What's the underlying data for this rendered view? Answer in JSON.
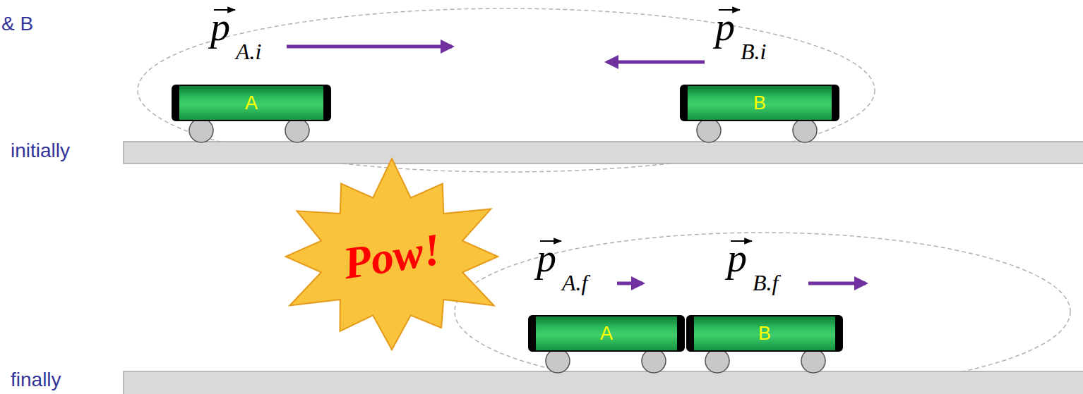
{
  "diagram": {
    "nodes": [
      {
        "text": [
          "A"
        ]
      },
      {
        "text": [
          "B"
        ]
      },
      {
        "text": [
          "Pow!"
        ]
      },
      {
        "text": [
          "A"
        ]
      },
      {
        "text": [
          "B"
        ]
      }
    ],
    "labels": [
      "& B",
      "initially",
      "p",
      "A.i",
      "p",
      "B.i",
      "p",
      "A.f",
      "p",
      "B.f",
      "finally"
    ]
  }
}
